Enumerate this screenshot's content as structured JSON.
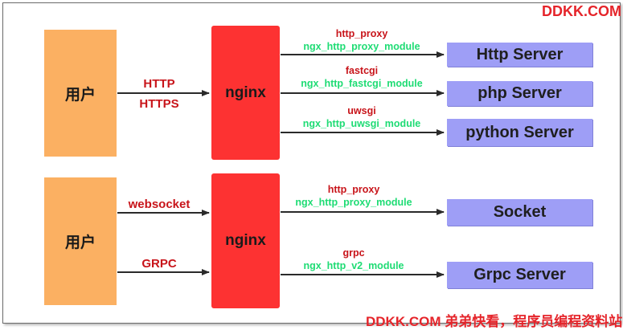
{
  "brand": "DDKK.COM",
  "footer": "DDKK.COM 弟弟快看，程序员编程资料站",
  "top": {
    "user": "用户",
    "client_protocol_1": "HTTP",
    "client_protocol_2": "HTTPS",
    "nginx": "nginx",
    "routes": [
      {
        "directive": "http_proxy",
        "module": "ngx_http_proxy_module",
        "server": "Http Server"
      },
      {
        "directive": "fastcgi",
        "module": "ngx_http_fastcgi_module",
        "server": "php Server"
      },
      {
        "directive": "uwsgi",
        "module": "ngx_http_uwsgi_module",
        "server": "python Server"
      }
    ]
  },
  "bottom": {
    "user": "用户",
    "client_protocol_1": "websocket",
    "client_protocol_2": "GRPC",
    "nginx": "nginx",
    "routes": [
      {
        "directive": "http_proxy",
        "module": "ngx_http_proxy_module",
        "server": "Socket"
      },
      {
        "directive": "grpc",
        "module": "ngx_http_v2_module",
        "server": "Grpc Server"
      }
    ]
  },
  "colors": {
    "user_box": "#fbb062",
    "nginx_box": "#fd3232",
    "server_box": "#9e9ef6",
    "protocol_text": "#c8141a",
    "module_text": "#1edc74",
    "brand_text": "#e5242a"
  }
}
